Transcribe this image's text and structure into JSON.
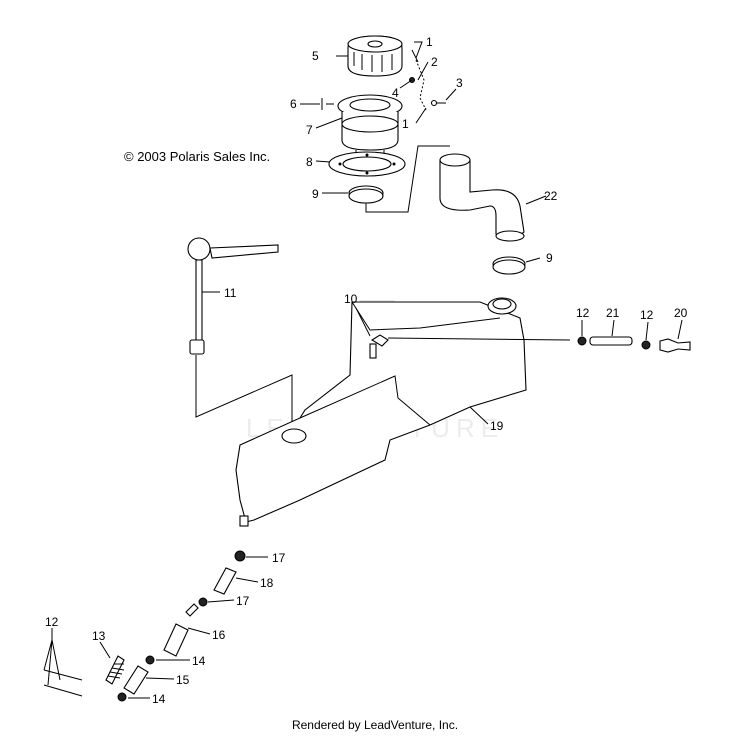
{
  "diagram": {
    "copyright": "© 2003 Polaris Sales Inc.",
    "watermark": "LEADVENTURE",
    "footer": "Rendered by LeadVenture, Inc.",
    "callouts": [
      {
        "id": "c1a",
        "text": "1"
      },
      {
        "id": "c2",
        "text": "2"
      },
      {
        "id": "c3",
        "text": "3"
      },
      {
        "id": "c1b",
        "text": "1"
      },
      {
        "id": "c4",
        "text": "4"
      },
      {
        "id": "c5",
        "text": "5"
      },
      {
        "id": "c6",
        "text": "6"
      },
      {
        "id": "c7",
        "text": "7"
      },
      {
        "id": "c8",
        "text": "8"
      },
      {
        "id": "c9a",
        "text": "9"
      },
      {
        "id": "c22",
        "text": "22"
      },
      {
        "id": "c9b",
        "text": "9"
      },
      {
        "id": "c11",
        "text": "11"
      },
      {
        "id": "c10",
        "text": "10"
      },
      {
        "id": "c12a",
        "text": "12"
      },
      {
        "id": "c21",
        "text": "21"
      },
      {
        "id": "c12b",
        "text": "12"
      },
      {
        "id": "c20",
        "text": "20"
      },
      {
        "id": "c19",
        "text": "19"
      },
      {
        "id": "c17a",
        "text": "17"
      },
      {
        "id": "c18",
        "text": "18"
      },
      {
        "id": "c17b",
        "text": "17"
      },
      {
        "id": "c16",
        "text": "16"
      },
      {
        "id": "c14a",
        "text": "14"
      },
      {
        "id": "c15",
        "text": "15"
      },
      {
        "id": "c14b",
        "text": "14"
      },
      {
        "id": "c12c",
        "text": "12"
      },
      {
        "id": "c13",
        "text": "13"
      }
    ]
  }
}
